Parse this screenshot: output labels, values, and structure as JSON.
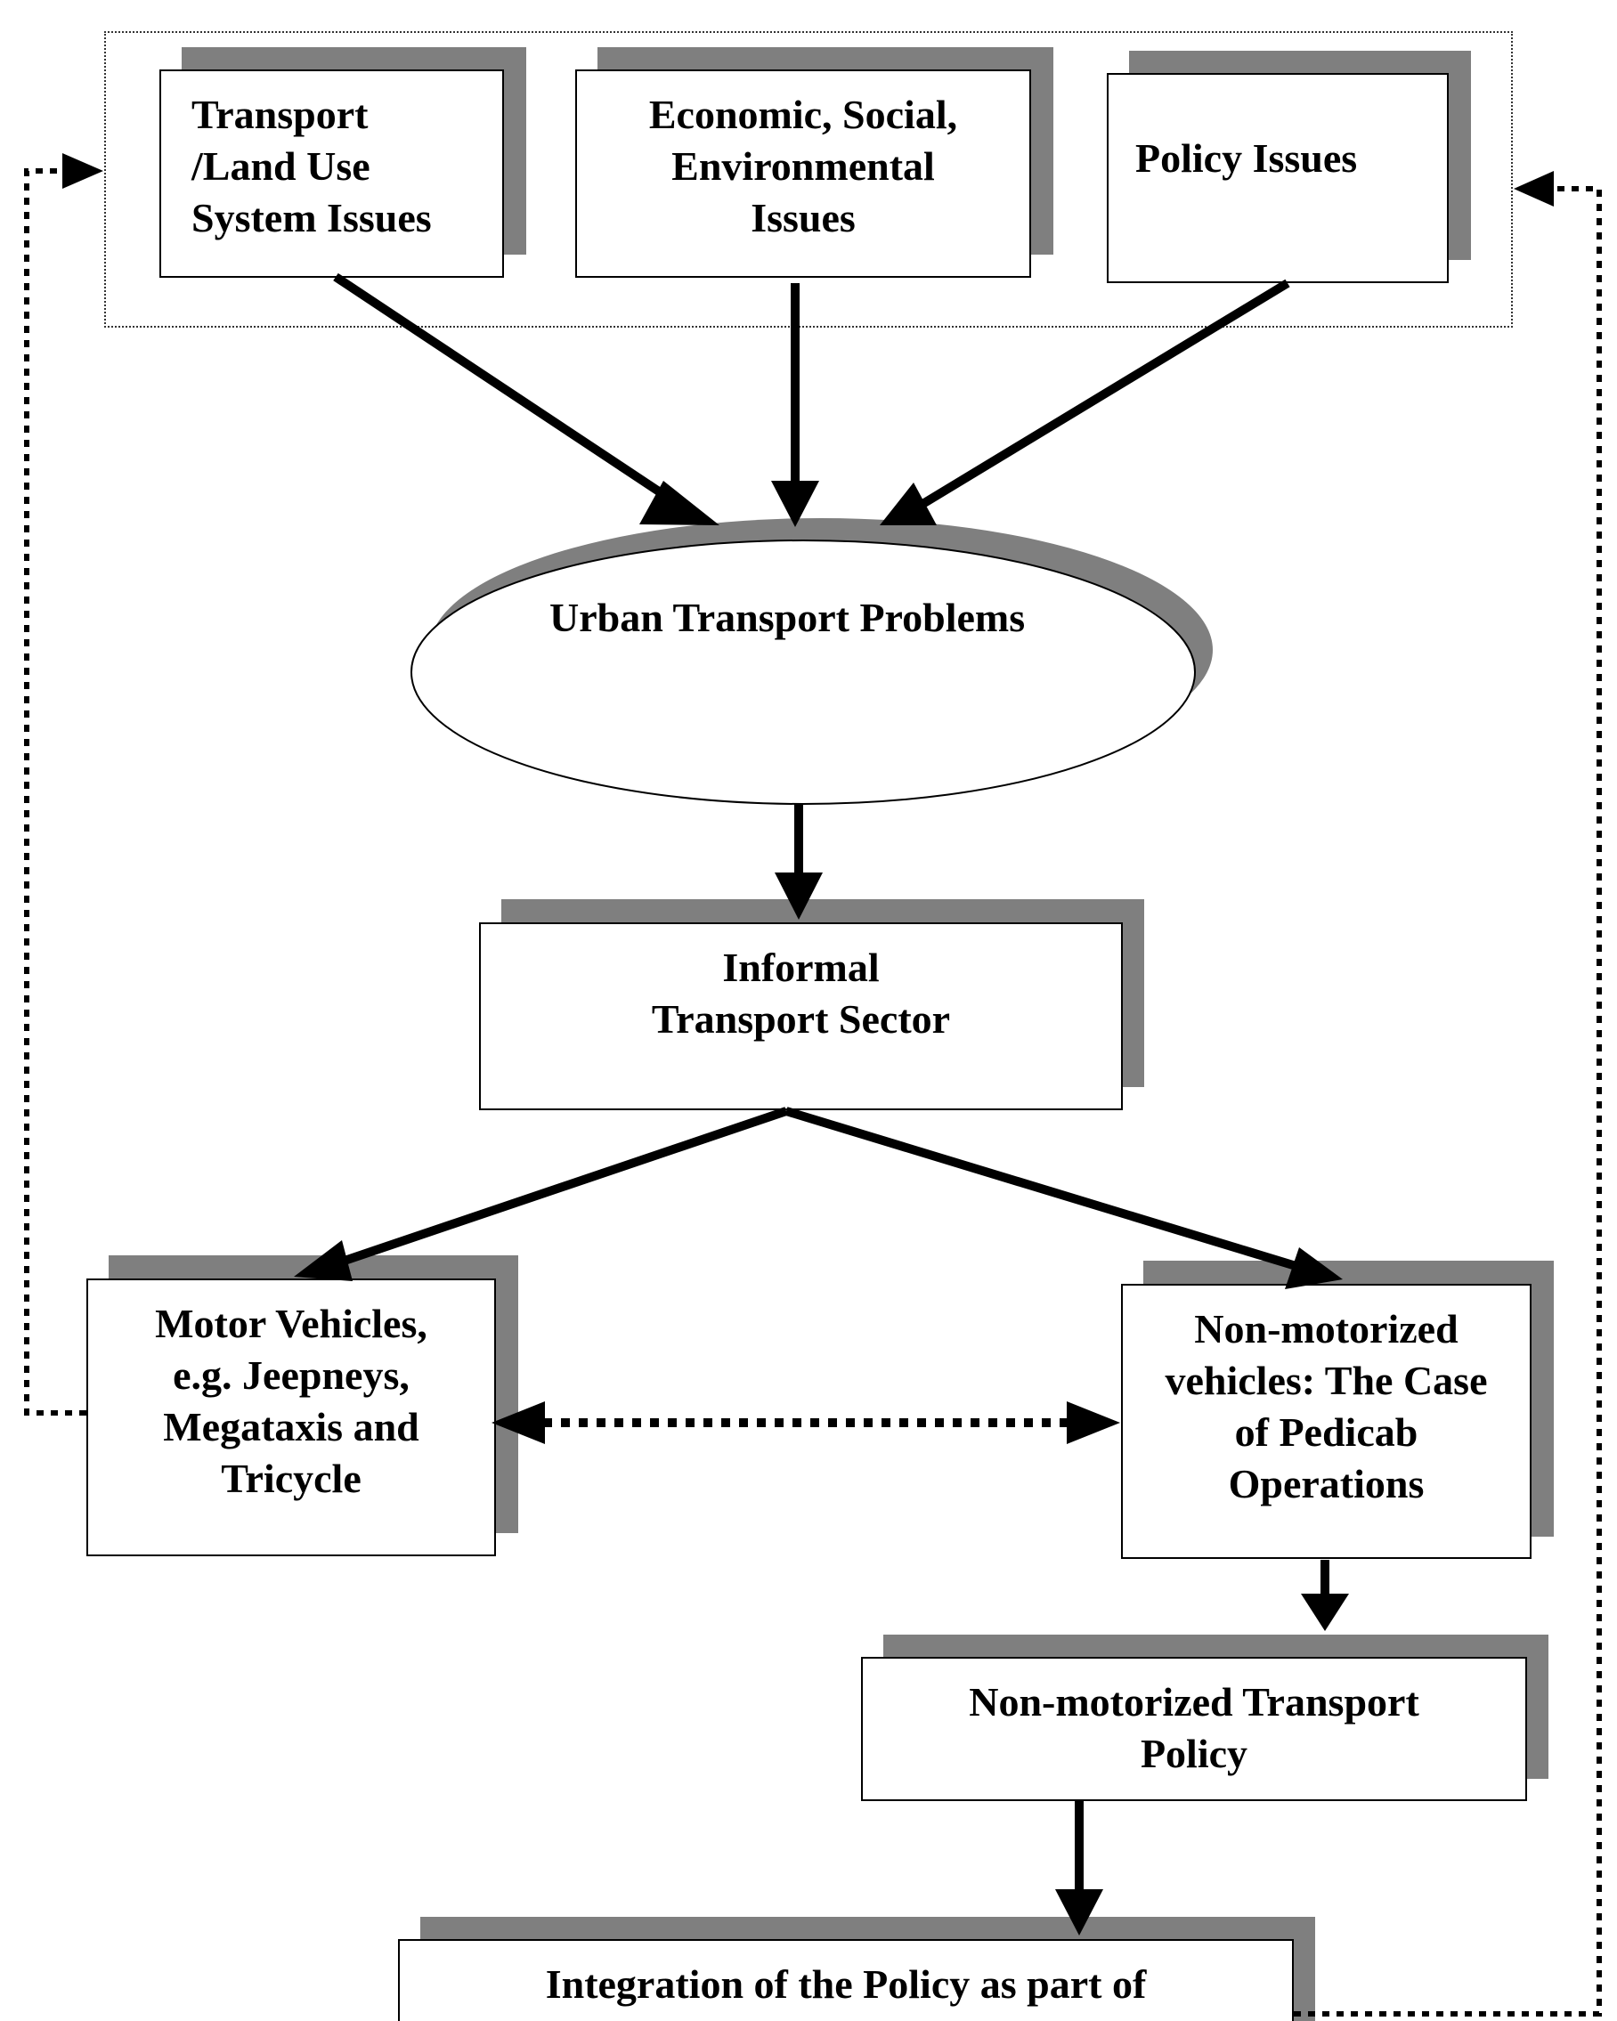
{
  "diagram": {
    "issues": {
      "transport_land_use": "Transport\n/Land Use\nSystem Issues",
      "economic_social_env": "Economic, Social,\nEnvironmental\nIssues",
      "policy": "Policy Issues"
    },
    "urban_problems": "Urban Transport Problems",
    "informal_sector": "Informal\nTransport Sector",
    "motor_vehicles": "Motor Vehicles,\ne.g. Jeepneys,\nMegataxis and\nTricycle",
    "non_motorized_vehicles": "Non-motorized\nvehicles: The Case\nof Pedicab\nOperations",
    "nmt_policy": "Non-motorized Transport\nPolicy",
    "integration": "Integration of the Policy as part of\nSustainable Transportation Framework"
  },
  "colors": {
    "shadow": "#7f7f7f",
    "line": "#000000",
    "frame": "#333333"
  }
}
